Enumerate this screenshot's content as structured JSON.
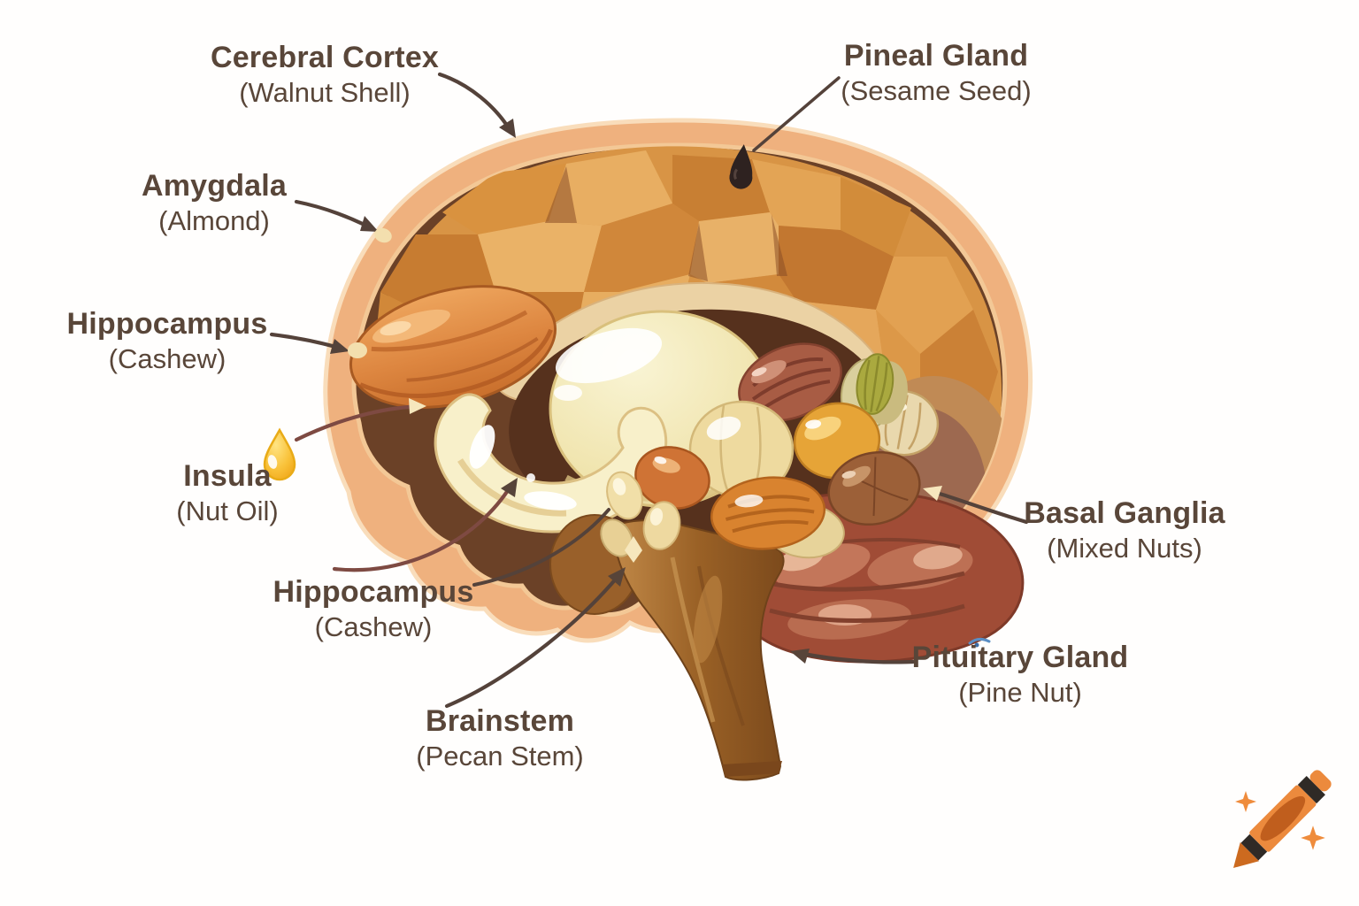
{
  "figure": {
    "description": "Whimsical anatomy diagram of a human brain cross-section made of nuts",
    "background_color": "#ffffff"
  },
  "labels": [
    {
      "id": "cerebral-cortex",
      "title": "Cerebral Cortex",
      "subtitle": "(Walnut Shell)"
    },
    {
      "id": "pineal-gland",
      "title": "Pineal Gland",
      "subtitle": "(Sesame Seed)"
    },
    {
      "id": "amygdala",
      "title": "Amygdala",
      "subtitle": "(Almond)"
    },
    {
      "id": "hippocampus-upper",
      "title": "Hippocampus",
      "subtitle": "(Cashew)"
    },
    {
      "id": "insula",
      "title": "Insula",
      "subtitle": "(Nut Oil)"
    },
    {
      "id": "hippocampus-lower",
      "title": "Hippocampus",
      "subtitle": "(Cashew)"
    },
    {
      "id": "brainstem",
      "title": "Brainstem",
      "subtitle": "(Pecan Stem)"
    },
    {
      "id": "basal-ganglia",
      "title": "Basal Ganglia",
      "subtitle": "(Mixed Nuts)"
    },
    {
      "id": "pituitary-gland",
      "title": "Pituitary Gland",
      "subtitle": "(Pine Nut)"
    }
  ],
  "icons": [
    "sesame-seed-icon",
    "nut-oil-drop-icon",
    "crayon-icon",
    "sparkle-icon"
  ],
  "palette": {
    "label_text": "#594639",
    "arrow_dark": "#54423a",
    "arrow_maroon": "#7e4a42",
    "arrowhead_cream": "#f6e7bd",
    "shell_peach": "#efb17e",
    "shell_rim": "#f9ddbb",
    "cavity_brown": "#6b4127",
    "walnut_base": "#d89445",
    "corpus_tan": "#ebd2a4",
    "almond_orange": "#e08a44",
    "macadamia_cream": "#efe3ac",
    "cashew_cream": "#f8f0ca",
    "pecan_red": "#a85c44",
    "pistachio_green": "#aaa93f",
    "cerebellum_red": "#a04c36",
    "stem_brown": "#a2672a",
    "pine_nut_cream": "#f0dda6",
    "sesame_black": "#2e2220",
    "oil_gold": "#f7c032",
    "crayon_orange": "#ec8a3d"
  }
}
